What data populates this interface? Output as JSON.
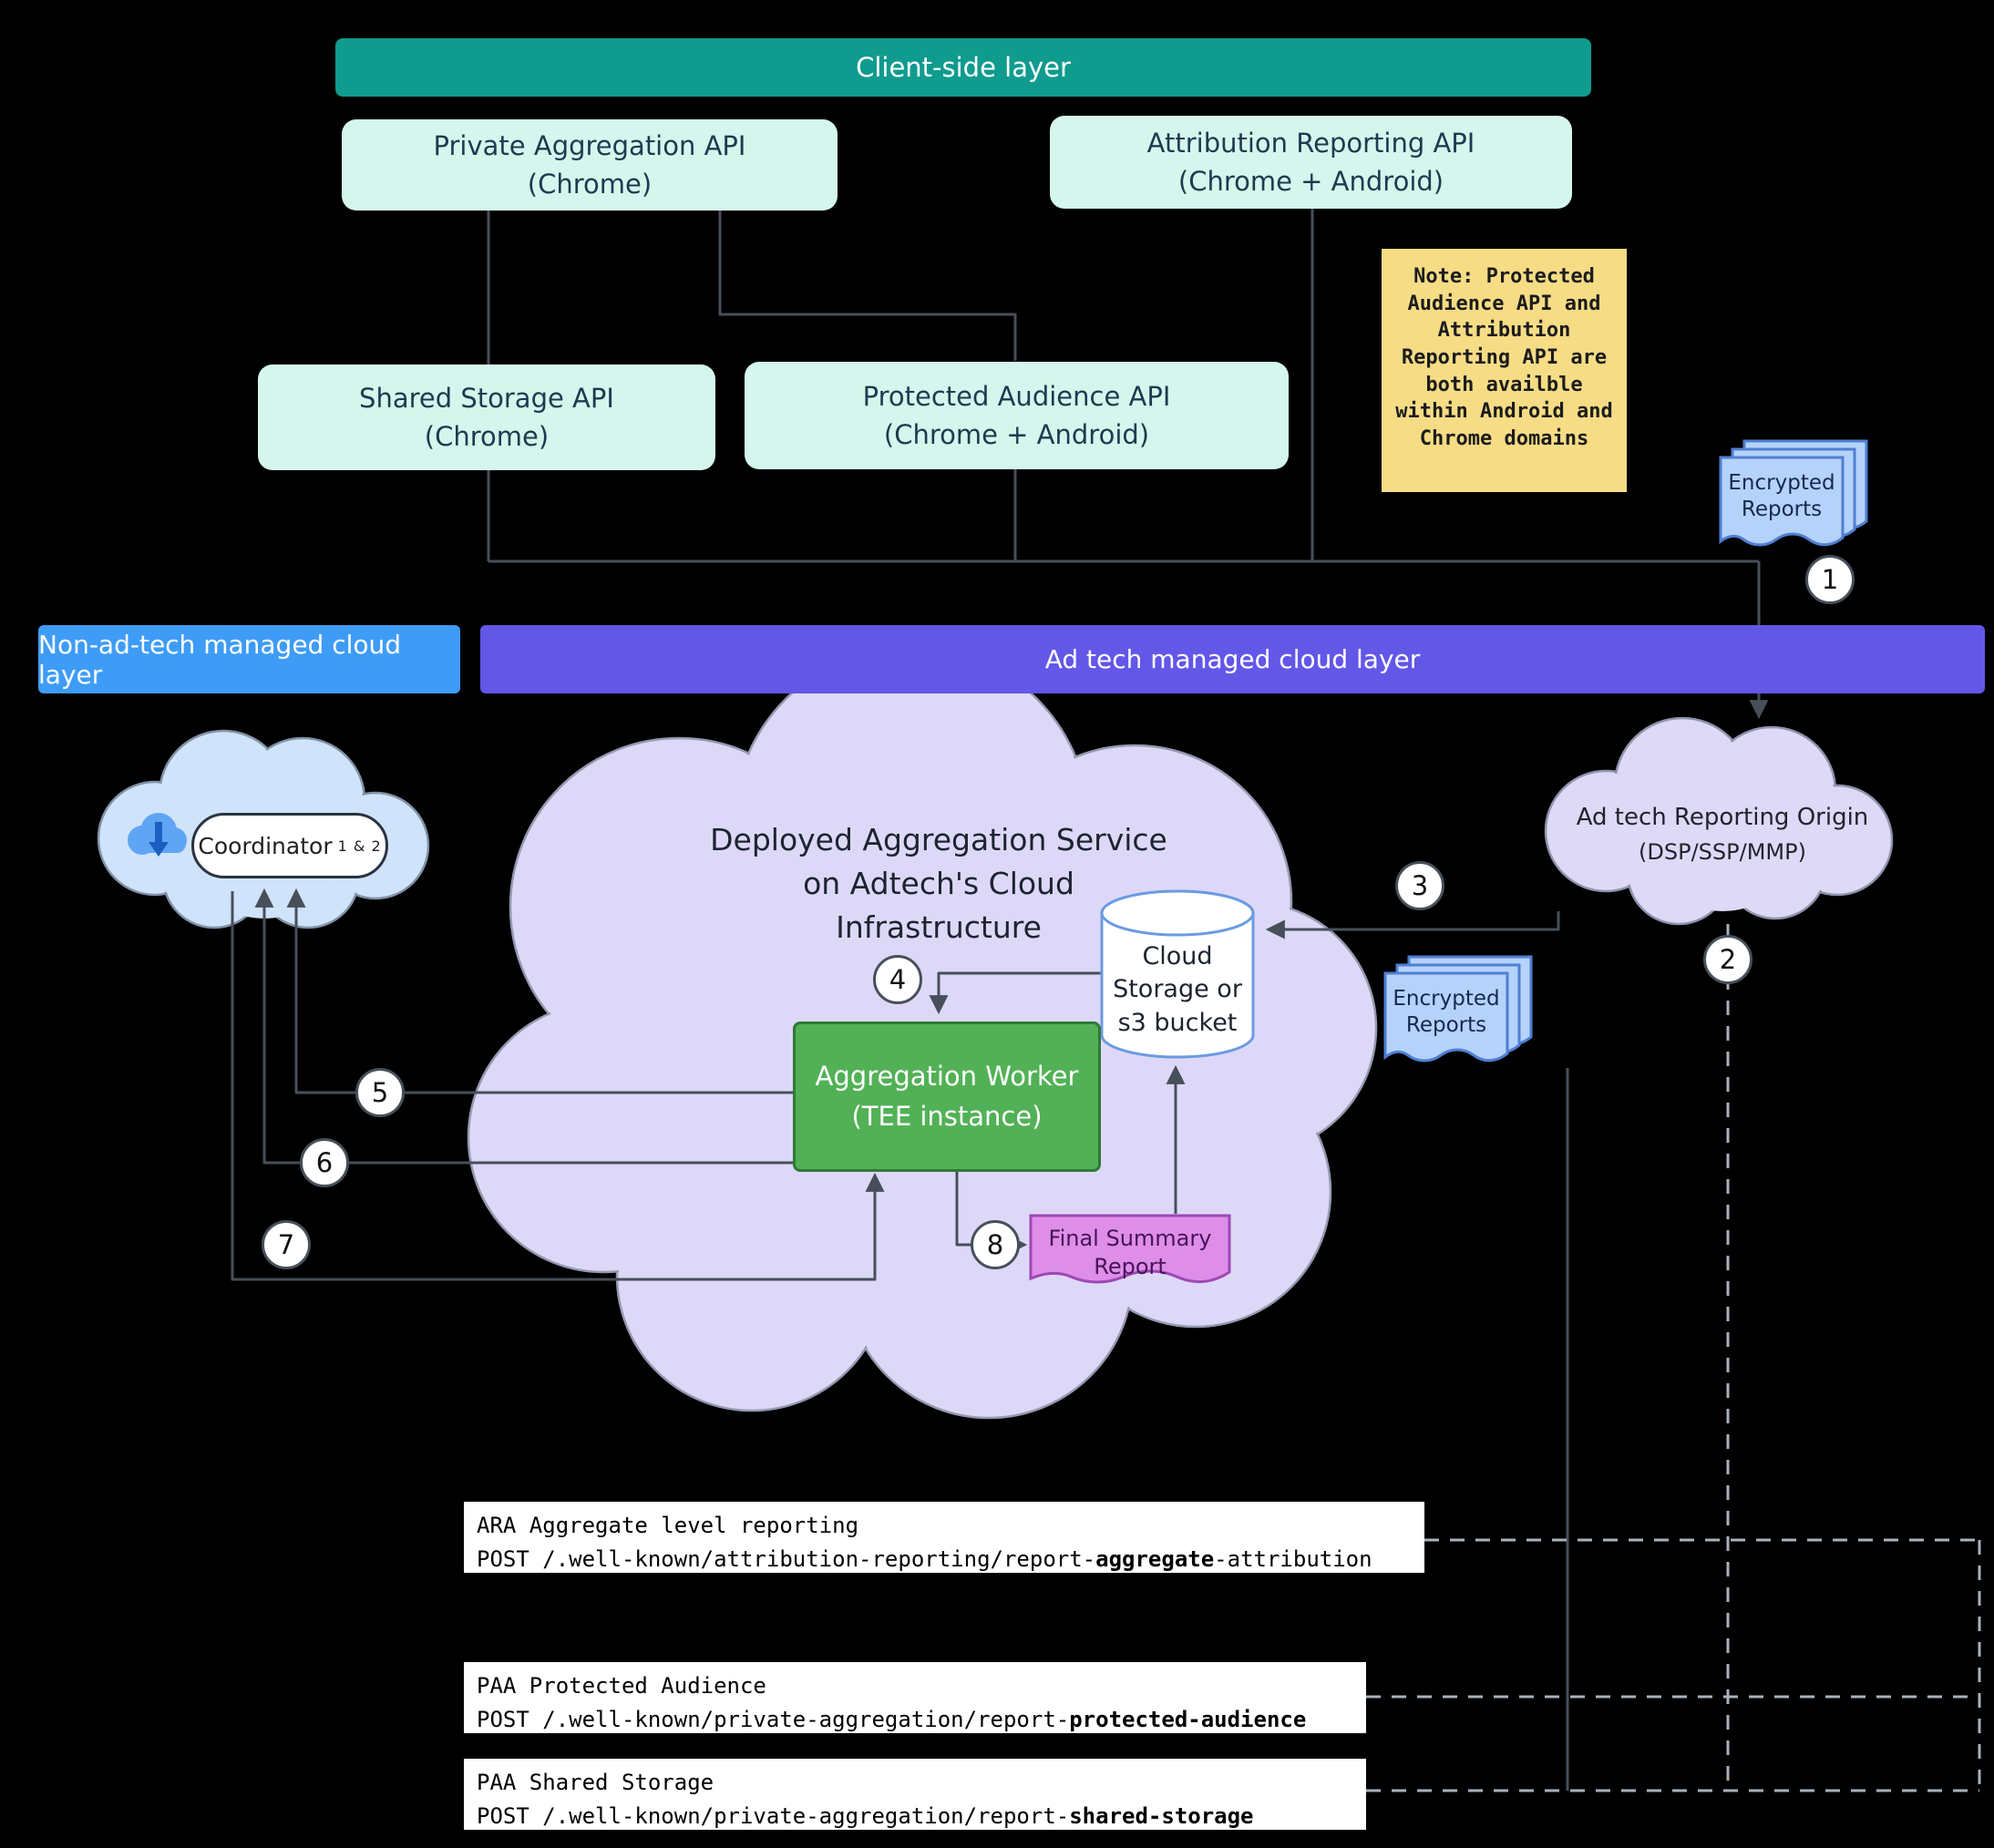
{
  "title_bars": {
    "client": "Client-side layer",
    "non_adtech": "Non-ad-tech managed cloud layer",
    "adtech": "Ad tech managed cloud layer"
  },
  "api_boxes": {
    "private_aggregation": {
      "line1": "Private Aggregation API",
      "line2": "(Chrome)"
    },
    "attribution_reporting": {
      "line1": "Attribution Reporting API",
      "line2": "(Chrome + Android)"
    },
    "shared_storage": {
      "line1": "Shared Storage API",
      "line2": "(Chrome)"
    },
    "protected_audience": {
      "line1": "Protected Audience API",
      "line2": "(Chrome + Android)"
    }
  },
  "note_text": "Note: Protected Audience API and Attribution Reporting API are both availble within Android and Chrome domains",
  "clouds": {
    "coordinator": {
      "label": "Coordinator",
      "sub": "1 & 2"
    },
    "aggregation_service": {
      "title_line1": "Deployed Aggregation Service",
      "title_line2": "on Adtech's Cloud",
      "title_line3": "Infrastructure"
    },
    "reporting_origin": {
      "line1": "Ad tech Reporting Origin",
      "line2": "(DSP/SSP/MMP)"
    }
  },
  "worker": {
    "line1": "Aggregation Worker",
    "line2": "(TEE instance)"
  },
  "storage": {
    "line1": "Cloud",
    "line2": "Storage or",
    "line3": "s3 bucket"
  },
  "docs": {
    "encrypted_reports": "Encrypted Reports",
    "final_summary_report": "Final Summary Report"
  },
  "steps": {
    "s1": "1",
    "s2": "2",
    "s3": "3",
    "s4": "4",
    "s5": "5",
    "s6": "6",
    "s7": "7",
    "s8": "8"
  },
  "endpoints": {
    "ara": {
      "title": "ARA Aggregate level reporting",
      "code_prefix": "POST /.well-known/attribution-reporting/report-",
      "code_bold": "aggregate",
      "code_suffix": "-attribution"
    },
    "paa_protected_audience": {
      "title": "PAA Protected Audience",
      "code_prefix": "POST /.well-known/private-aggregation/report-",
      "code_bold": "protected-audience",
      "code_suffix": ""
    },
    "paa_shared_storage": {
      "title": "PAA Shared Storage",
      "code_prefix": "POST /.well-known/private-aggregation/report-",
      "code_bold": "shared-storage",
      "code_suffix": ""
    }
  },
  "colors": {
    "client_layer": "#0f9b8e",
    "api_box": "#d5f6ec",
    "non_adtech_layer": "#3e9cf6",
    "adtech_layer": "#6357e8",
    "note": "#f6dc85",
    "worker": "#52b156",
    "final_report": "#de8ee9",
    "encrypted_reports": "#b5d2fa",
    "coordinator_cloud": "#cfe3fa",
    "service_cloud": "#ded8f8",
    "origin_cloud": "#ded9f6"
  }
}
